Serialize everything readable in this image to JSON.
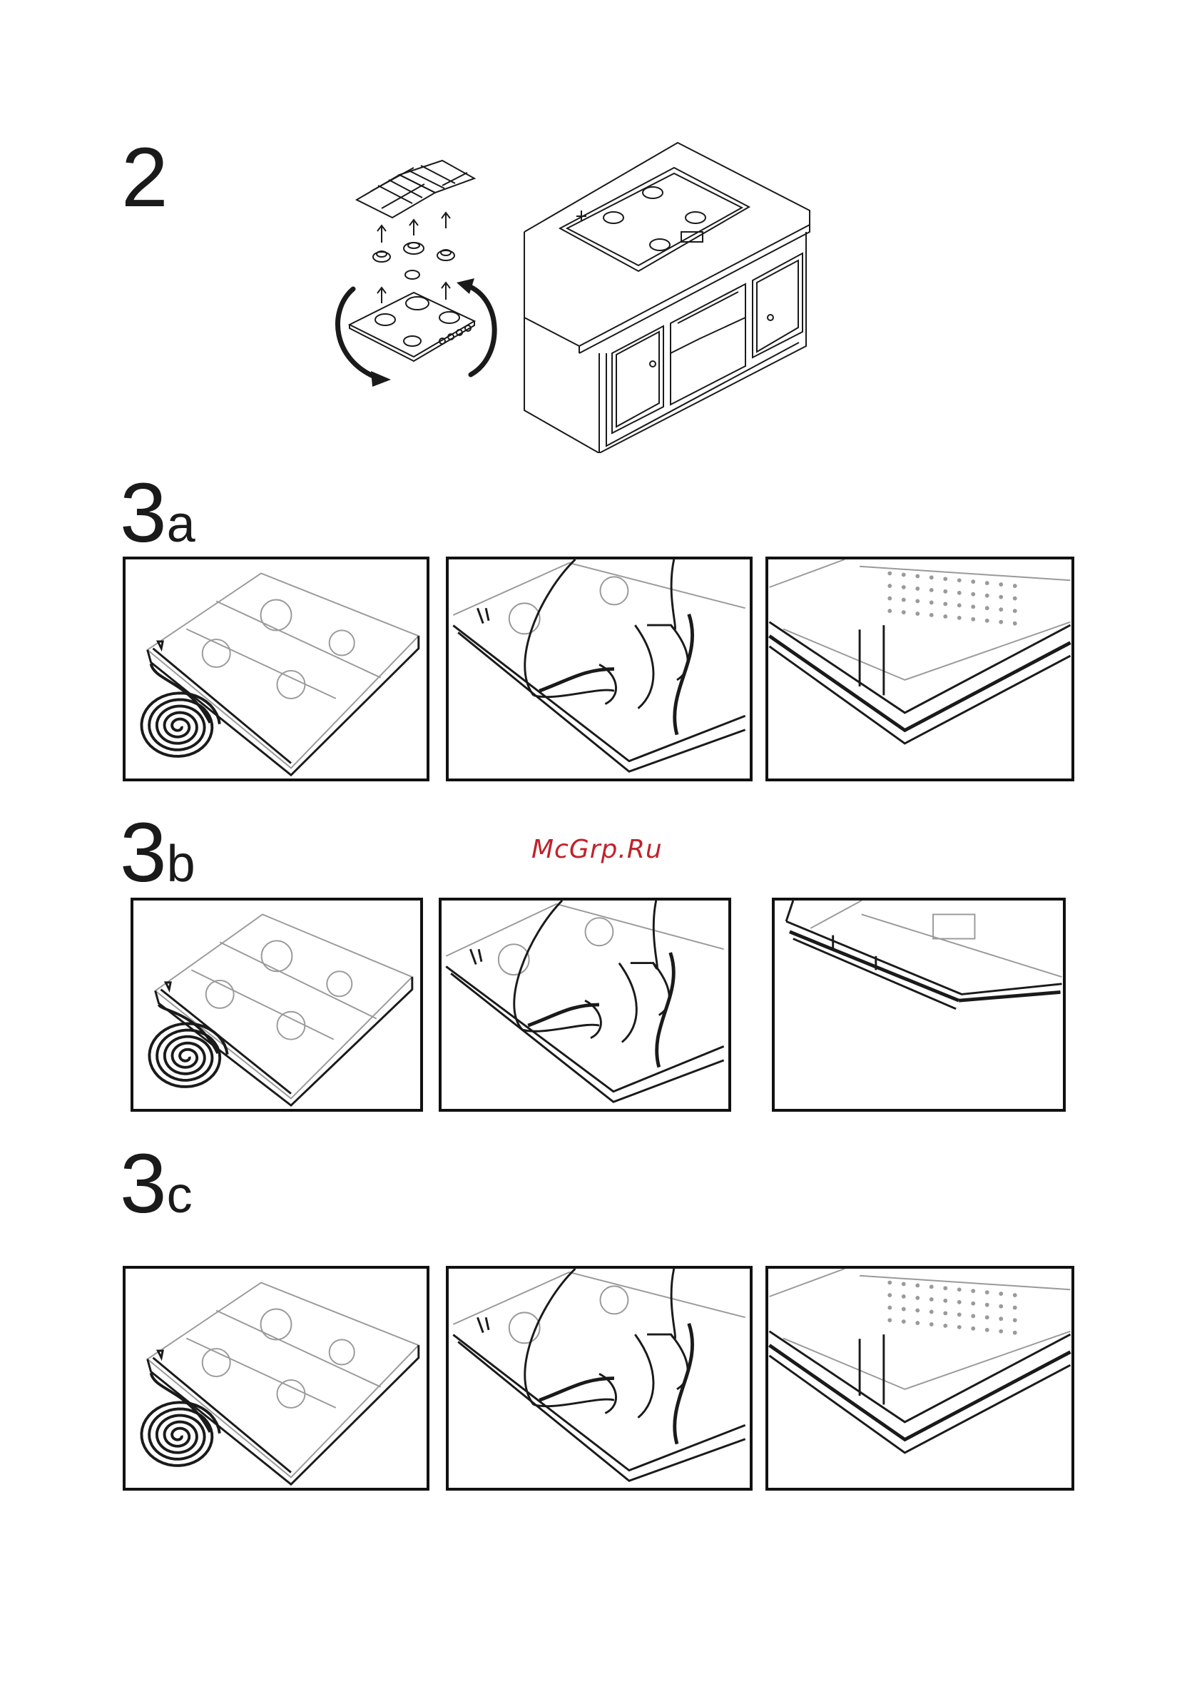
{
  "steps": {
    "s2": {
      "number": "2",
      "suffix": ""
    },
    "s3a": {
      "number": "3",
      "suffix": "a"
    },
    "s3b": {
      "number": "3",
      "suffix": "b"
    },
    "s3c": {
      "number": "3",
      "suffix": "c"
    }
  },
  "watermark": "McGrp.Ru",
  "colors": {
    "line": "#1a1a1a",
    "panel_border": "#111111",
    "watermark": "#c0222a"
  },
  "figures": {
    "step2": [
      "hob-disassembly-diagram",
      "hob-installed-in-cabinet-diagram"
    ],
    "step3a": [
      "seal-roll-panel",
      "seal-apply-hand-panel",
      "seal-applied-closeup-panel"
    ],
    "step3b": [
      "seal-roll-panel",
      "seal-apply-hand-panel",
      "seal-applied-closeup-panel"
    ],
    "step3c": [
      "seal-roll-panel",
      "seal-apply-hand-panel",
      "seal-applied-closeup-panel"
    ]
  }
}
